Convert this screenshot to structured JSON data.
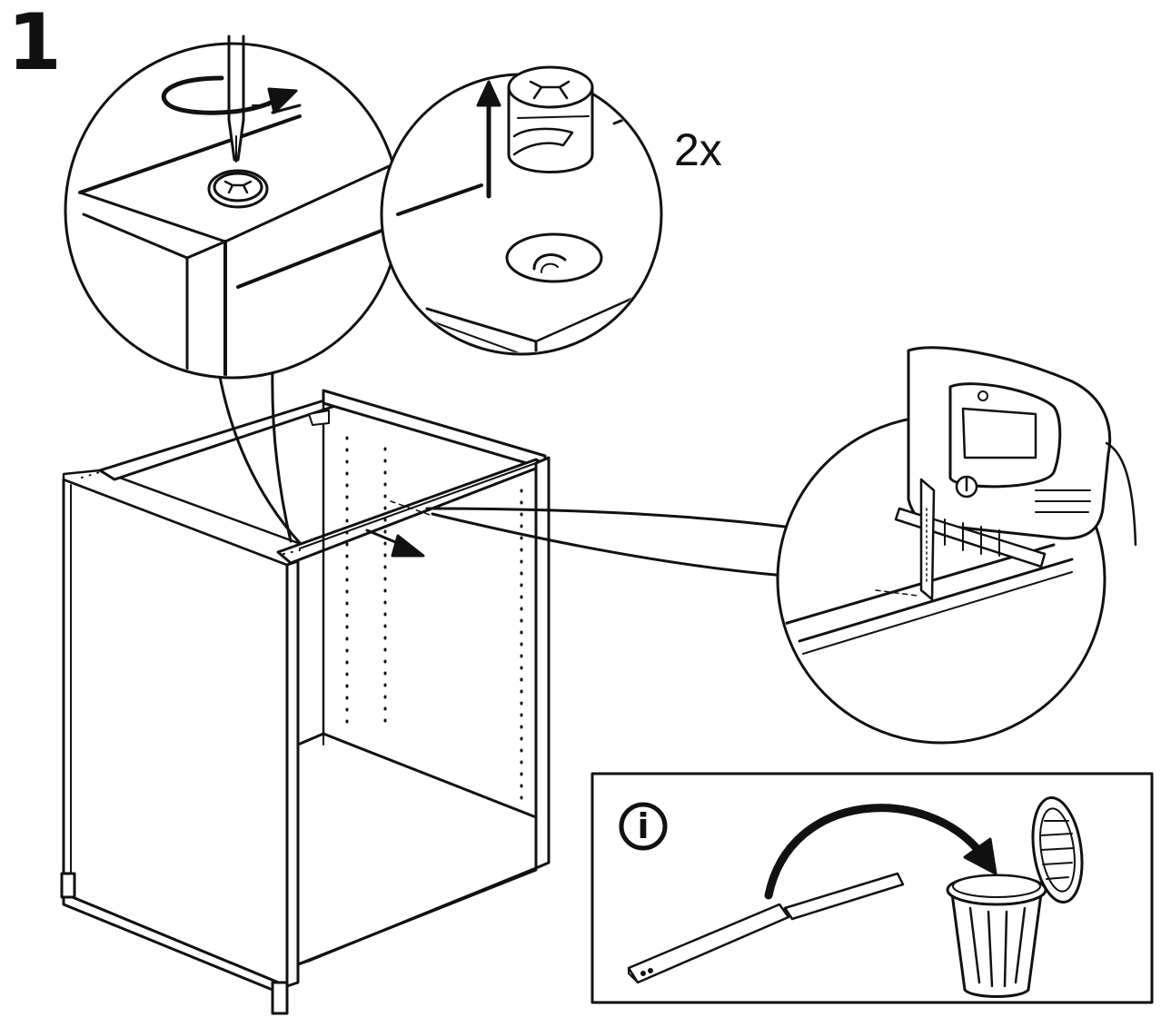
{
  "step": {
    "number": "1",
    "quantity_label": "2x"
  },
  "info_panel": {
    "icon_letter": "i"
  },
  "icons": {
    "screwdriver": "screwdriver-icon",
    "rotate": "rotate-arrow-icon",
    "cam_lock": "cam-lock-icon",
    "jigsaw": "jigsaw-icon",
    "trash_bin": "trash-bin-icon",
    "info": "info-icon"
  },
  "colors": {
    "line": "#111111",
    "panel": "#ffffff"
  }
}
